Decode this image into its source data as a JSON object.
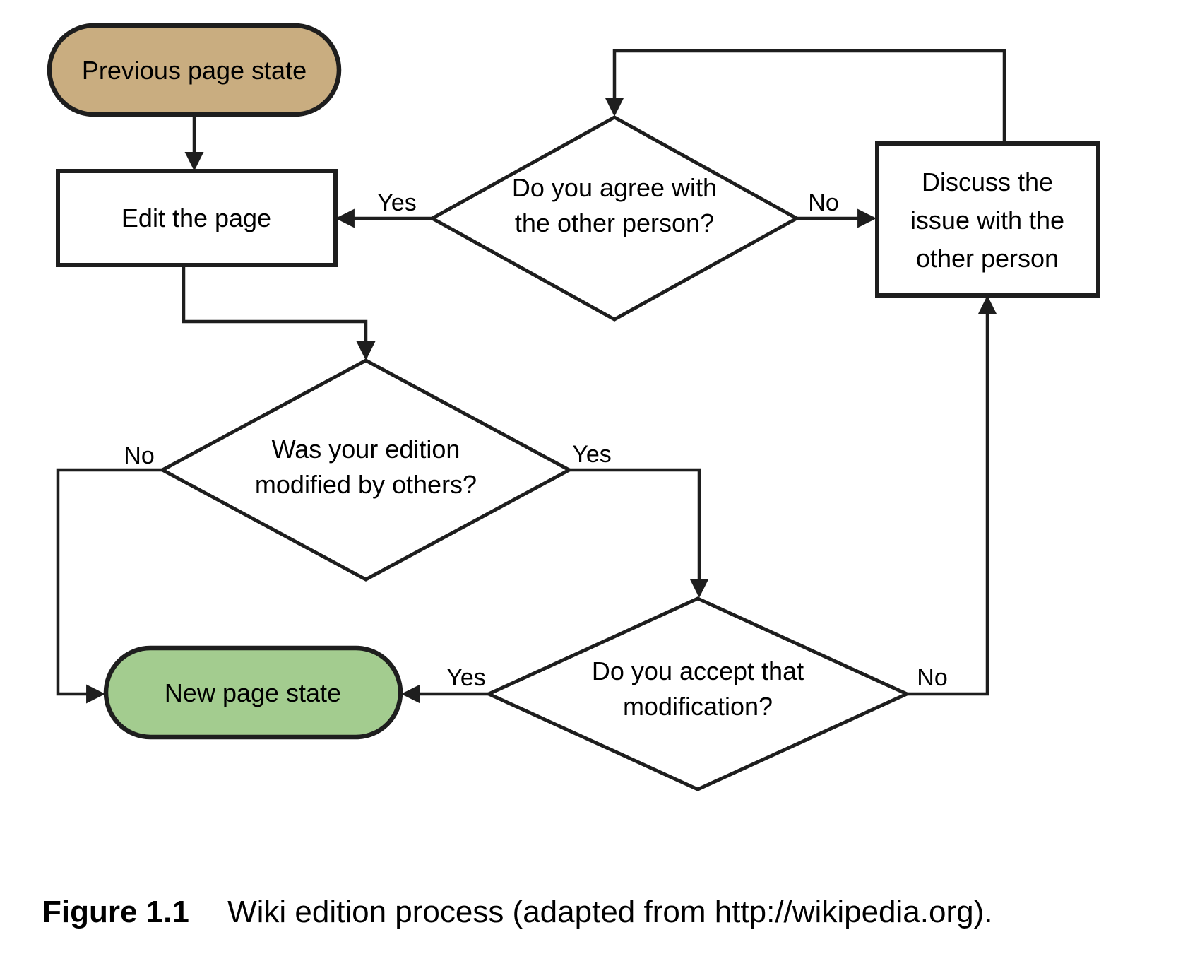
{
  "figure": {
    "caption_label": "Figure 1.1",
    "caption_text": "Wiki edition process (adapted from http://wikipedia.org)."
  },
  "colors": {
    "start_fill": "#c9ad80",
    "end_fill": "#a3cc8f",
    "process_fill": "#ffffff",
    "line": "#1e1e1e"
  },
  "nodes": {
    "previous_state": {
      "type": "terminator",
      "label": "Previous page state"
    },
    "edit_page": {
      "type": "process",
      "label": "Edit the page"
    },
    "agree": {
      "type": "decision",
      "line1": "Do you agree with",
      "line2": "the other person?"
    },
    "discuss": {
      "type": "process",
      "line1": "Discuss the",
      "line2": "issue with the",
      "line3": "other person"
    },
    "modified": {
      "type": "decision",
      "line1": "Was your edition",
      "line2": "modified by others?"
    },
    "accept": {
      "type": "decision",
      "line1": "Do you accept that",
      "line2": "modification?"
    },
    "new_state": {
      "type": "terminator",
      "label": "New page state"
    }
  },
  "edges": {
    "agree_yes": "Yes",
    "agree_no": "No",
    "modified_no": "No",
    "modified_yes": "Yes",
    "accept_yes": "Yes",
    "accept_no": "No"
  }
}
